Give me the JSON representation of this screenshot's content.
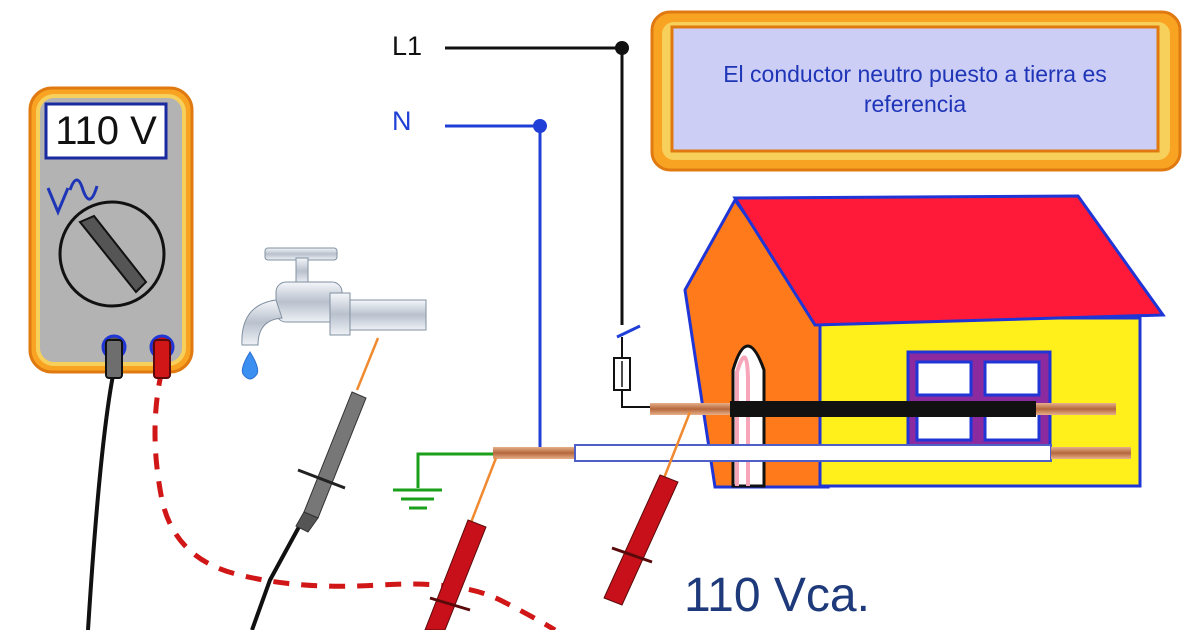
{
  "lines": {
    "l1": "L1",
    "n": "N"
  },
  "meter": {
    "reading": "110 V"
  },
  "note": {
    "text": "El conductor neutro puesto a tierra es referencia"
  },
  "measurement": {
    "text": "110 Vca."
  },
  "colors": {
    "l1_wire": "#111111",
    "neutral_wire": "#1f3fd6",
    "ground_wire": "#1aa01a",
    "meter_body": "#b3b3b3",
    "meter_frame": "#f9a323",
    "note_border": "#f9a323",
    "note_fill": "#cccef5",
    "roof": "#ff1a3a",
    "house_front": "#ffef1a",
    "house_side": "#ff7a1a",
    "probe_red": "#c8101a",
    "probe_gray": "#777777",
    "copper": "#c97a4a"
  },
  "icons": [
    "faucet-icon",
    "water-drop-icon",
    "ground-symbol-icon",
    "ac-wave-icon",
    "fuse-icon",
    "switch-icon"
  ]
}
